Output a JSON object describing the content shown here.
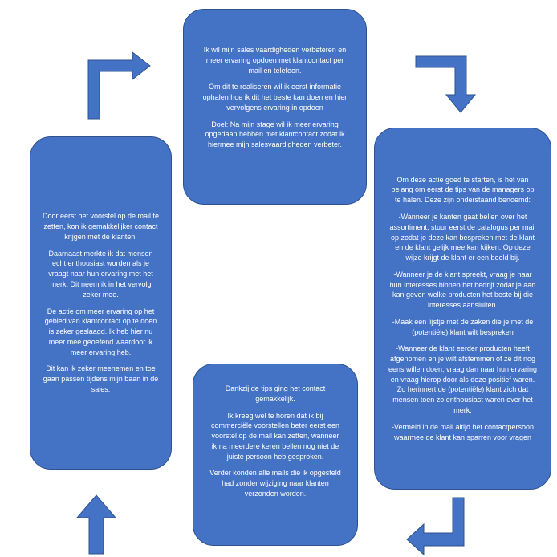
{
  "colors": {
    "box_fill": "#4472C4",
    "box_border": "#2F528F",
    "arrow_fill": "#4472C4"
  },
  "diagram": {
    "type": "cycle",
    "boxes": {
      "top": {
        "paragraphs": [
          "Ik wil mijn sales vaardigheden verbeteren en meer ervaring opdoen met klantcontact per mail en telefoon.",
          "Om dit te realiseren wil ik eerst informatie ophalen hoe ik dit het beste kan doen en hier vervolgens ervaring in opdoen",
          "Doel: Na mijn stage wil ik meer ervaring opgedaan hebben met klantcontact zodat ik hiermee mijn salesvaardigheden verbeter."
        ]
      },
      "right": {
        "paragraphs": [
          "Om deze actie goed te starten, is het van belang om eerst de tips van de managers op te halen. Deze zijn onderstaand benoemd:",
          "-Wanneer je kanten gaat bellen over het assortiment, stuur eerst de catalogus per mail op zodat je deze kan bespreken met de klant en de klant gelijk mee kan kijken. Op deze wijze krijgt de klant er een beeld bij.",
          "-Wanneer je de klant spreekt, vraag je naar hun interesses binnen het bedrijf zodat je aan kan geven welke producten het beste bij die interesses aansluiten.",
          "-Maak een lijstje met de zaken die je met de (potentiële) klant wilt bespreken",
          "-Wanneer de klant eerder producten heeft afgenomen en je wilt afstemmen of ze dit nog eens willen doen, vraag dan naar hun ervaring en vraag hierop door als deze positief waren. Zo herinnert de (potentiële) klant zich dat mensen toen zo enthousiast waren over het merk.",
          "-Vermeld in de mail altijd het contactpersoon waarmee de klant kan sparren voor vragen"
        ]
      },
      "bottom": {
        "paragraphs": [
          "Dankzij de tips ging het contact gemakkelijk.",
          "Ik kreeg wel te horen dat ik bij commerciële voorstellen beter eerst een voorstel op de mail kan zetten, wanneer ik na meerdere keren bellen nog niet de juiste persoon heb gesproken.",
          "Verder konden alle mails die ik opgesteld had zonder wijziging naar klanten verzonden worden."
        ]
      },
      "left": {
        "paragraphs": [
          "Door eerst het voorstel op de mail te zetten, kon ik gemakkelijker contact krijgen met de klanten.",
          "Daarnaast merkte ik dat mensen echt enthousiast worden als je vraagt naar hun ervaring met het merk. Dit neem ik in het vervolg zeker mee.",
          "De actie om meer ervaring op het gebied van klantcontact op te doen is zeker geslaagd. Ik heb hier nu meer mee geoefend waardoor ik meer ervaring heb.",
          "Dit kan ik zeker meenemen en toe gaan passen tijdens mijn baan in de sales."
        ]
      }
    },
    "connectors": [
      {
        "from": "left",
        "to": "top",
        "icon": "bent-arrow-up-right-icon"
      },
      {
        "from": "top",
        "to": "right",
        "icon": "bent-arrow-right-down-icon"
      },
      {
        "from": "right",
        "to": "bottom",
        "icon": "bent-arrow-down-left-icon"
      },
      {
        "from": "bottom",
        "to": "left",
        "icon": "arrow-up-icon"
      }
    ]
  }
}
